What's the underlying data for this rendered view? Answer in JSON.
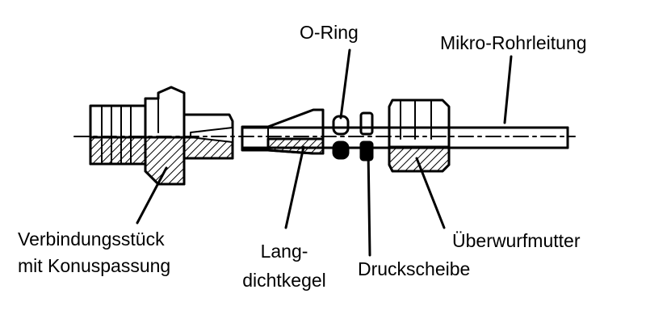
{
  "diagram": {
    "labels": {
      "o_ring": "O-Ring",
      "mikro_rohrleitung": "Mikro-Rohrleitung",
      "verbindungsstueck_line1": "Verbindungsstück",
      "verbindungsstueck_line2": "mit Konuspassung",
      "lang_line1": "Lang-",
      "lang_line2": "dichtkegel",
      "druckscheibe": "Druckscheibe",
      "ueberwurfmutter": "Überwurfmutter"
    },
    "colors": {
      "ink": "#000000",
      "paper": "#ffffff"
    }
  }
}
